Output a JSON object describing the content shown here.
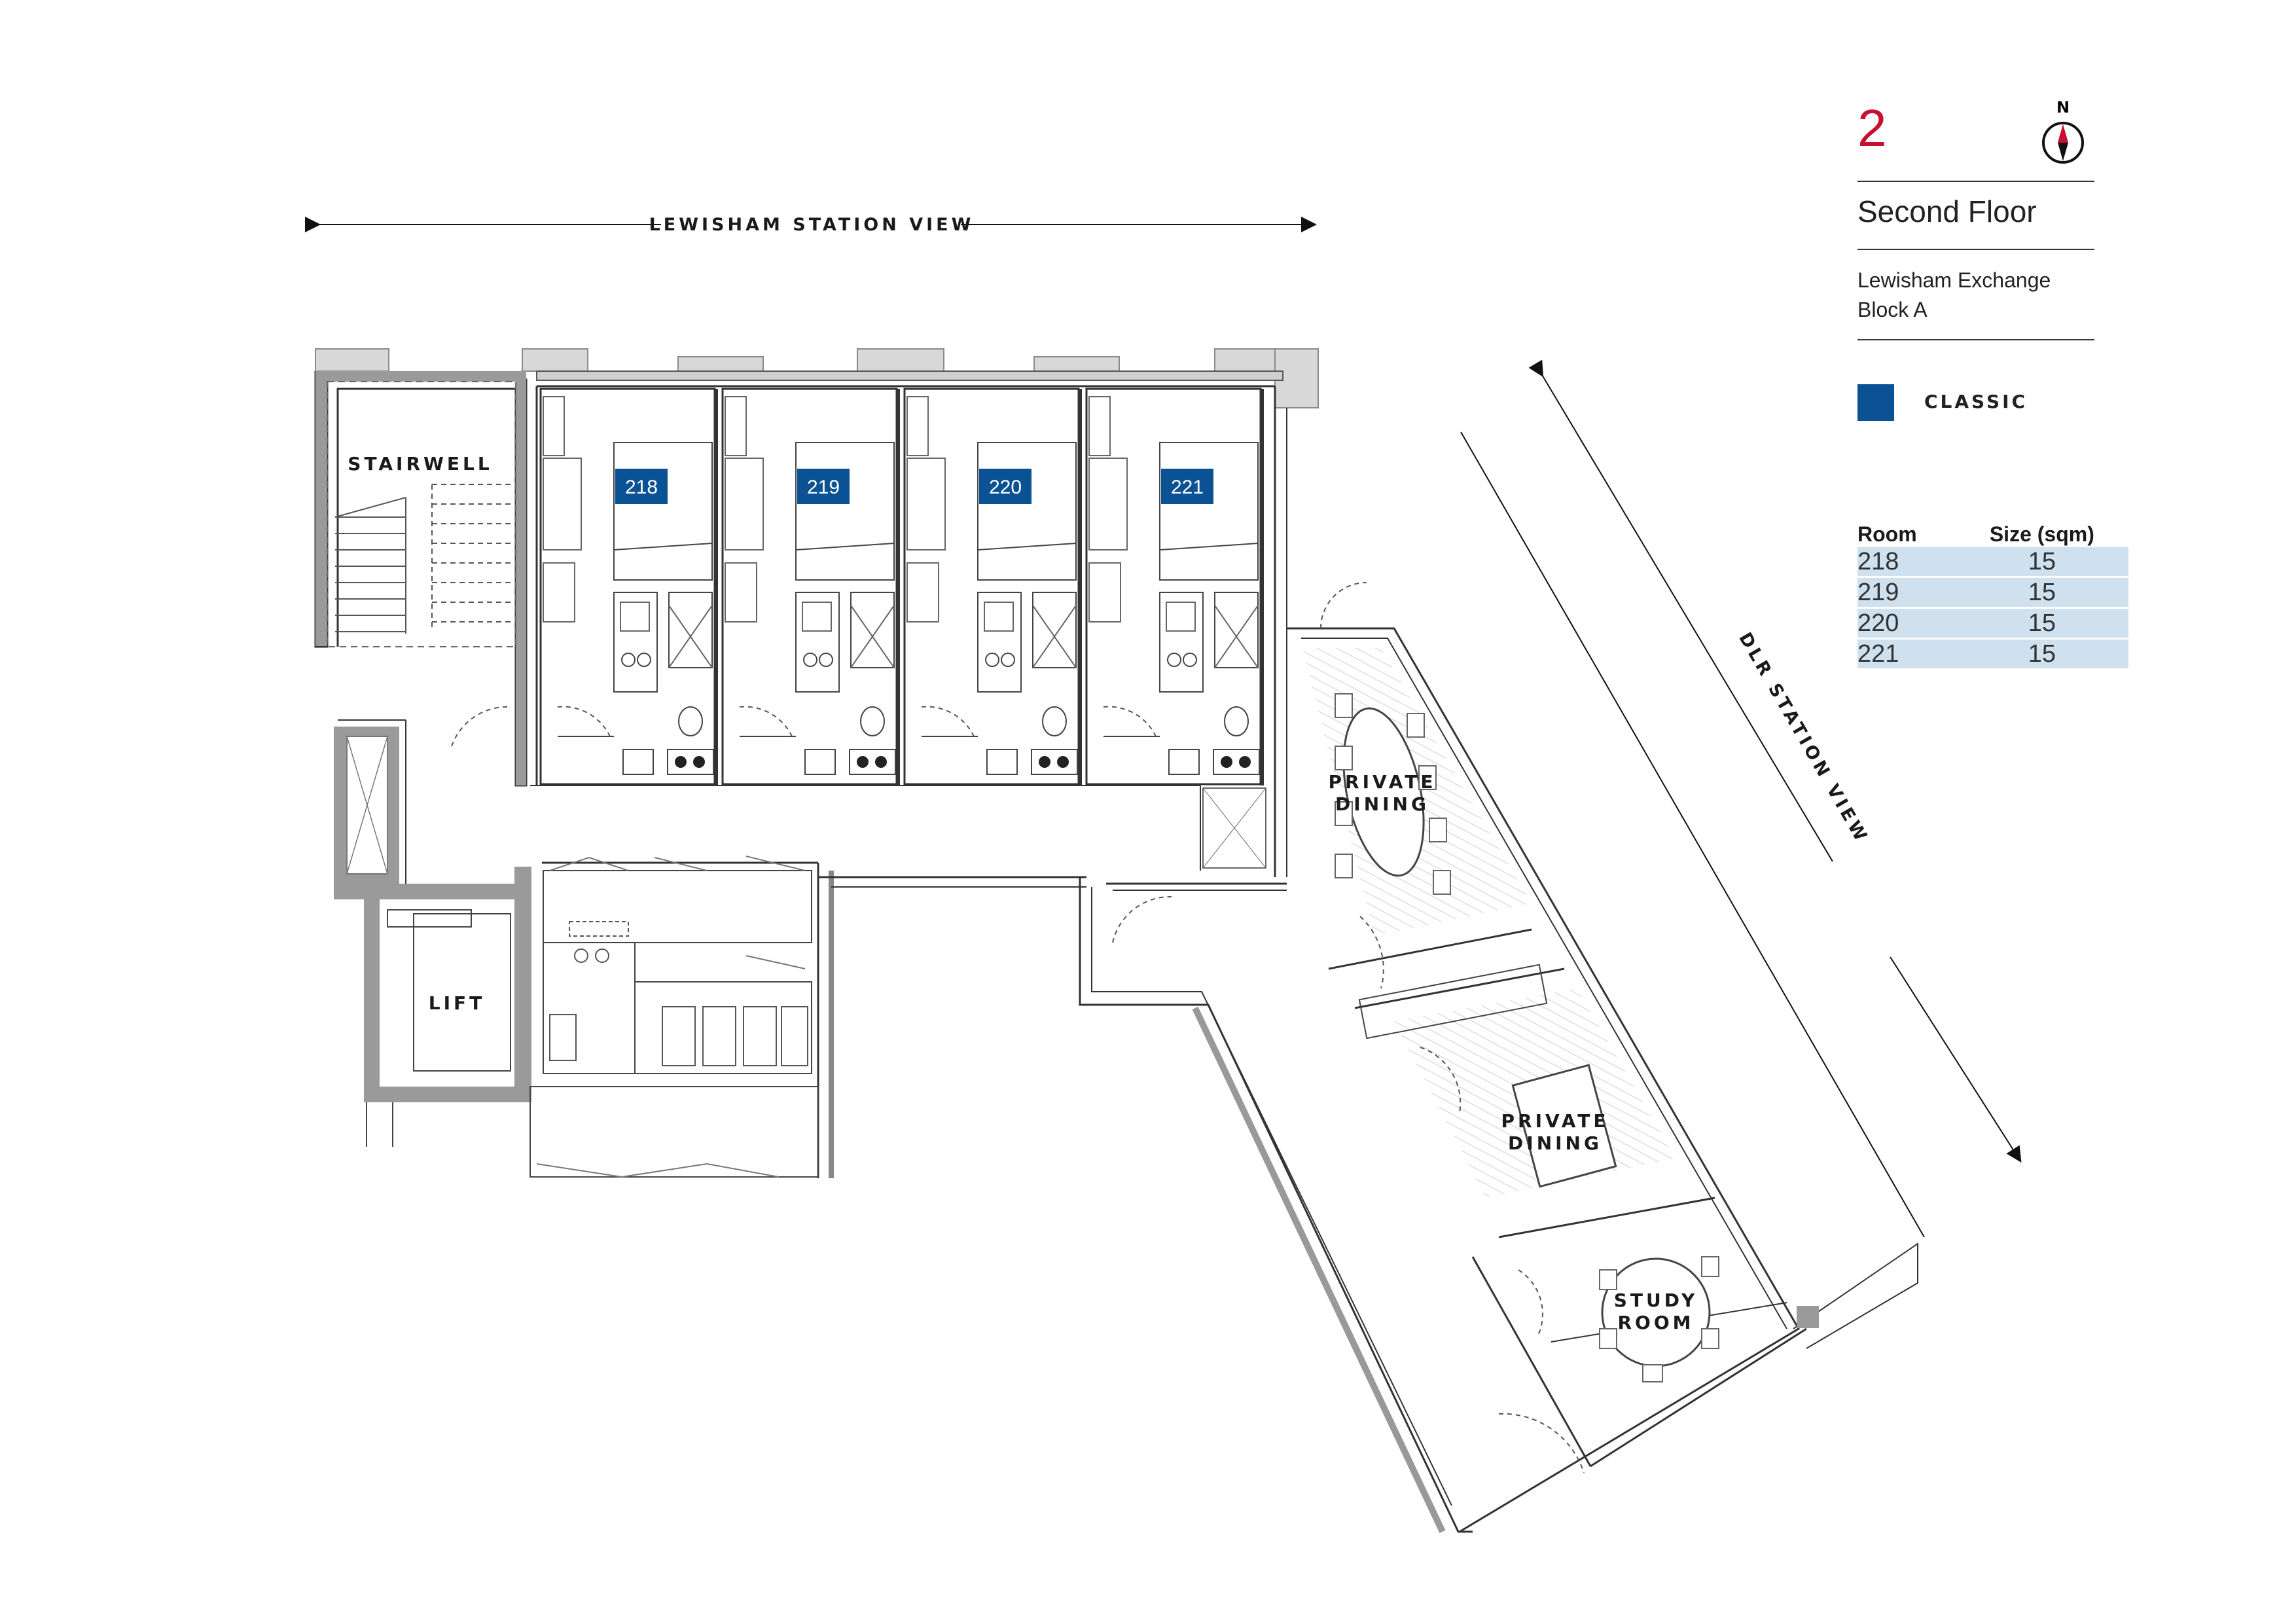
{
  "floor": {
    "number": "2",
    "name": "Second Floor",
    "building_line1": "Lewisham Exchange",
    "building_line2": "Block A"
  },
  "compass": {
    "label": "N"
  },
  "legend": {
    "label": "CLASSIC",
    "color": "#0a5294"
  },
  "size_table": {
    "headers": [
      "Room",
      "Size (sqm)"
    ],
    "rows": [
      [
        "218",
        "15"
      ],
      [
        "219",
        "15"
      ],
      [
        "220",
        "15"
      ],
      [
        "221",
        "15"
      ]
    ]
  },
  "views": {
    "top": "LEWISHAM STATION VIEW",
    "side": "DLR STATION VIEW"
  },
  "rooms": {
    "stairwell": "STAIRWELL",
    "lift": "LIFT",
    "private_dining_1": [
      "PRIVATE",
      "DINING"
    ],
    "private_dining_2": [
      "PRIVATE",
      "DINING"
    ],
    "study_room": [
      "STUDY",
      "ROOM"
    ],
    "studios": [
      "218",
      "219",
      "220",
      "221"
    ]
  }
}
